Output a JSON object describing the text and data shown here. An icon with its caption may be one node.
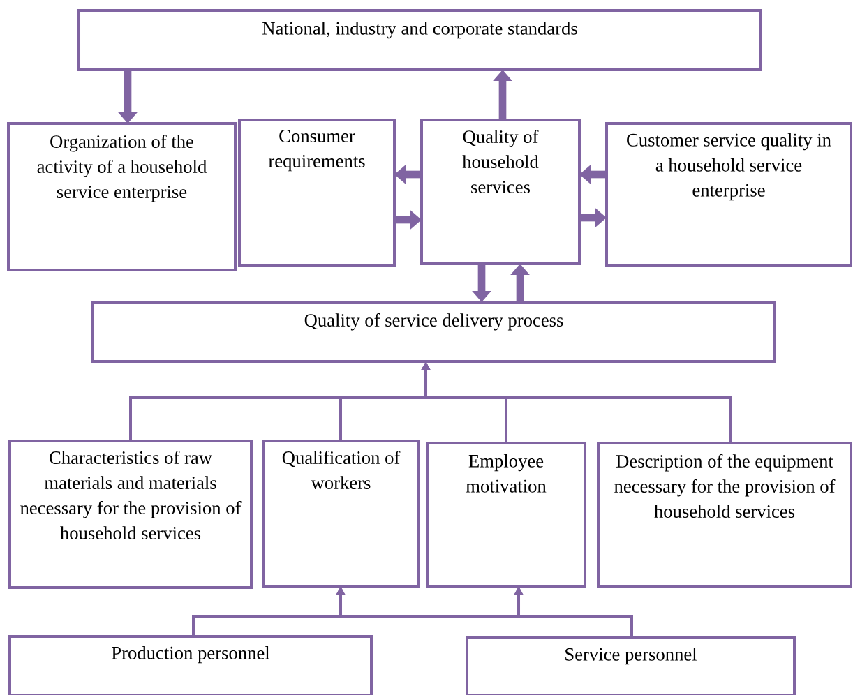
{
  "diagram": {
    "nodes": [
      {
        "text": [
          "National, industry and corporate standards"
        ]
      },
      {
        "text": [
          "Organization of the activity of a household service enterprise"
        ]
      },
      {
        "text": [
          "Consumer requirements"
        ]
      },
      {
        "text": [
          "Quality of household services"
        ]
      },
      {
        "text": [
          "Customer service quality in a household service enterprise"
        ]
      },
      {
        "text": [
          "Quality of service delivery process"
        ]
      },
      {
        "text": [
          "Characteristics of raw materials and materials necessary for the provision of household services"
        ]
      },
      {
        "text": [
          "Qualification of workers"
        ]
      },
      {
        "text": [
          "Employee motivation"
        ]
      },
      {
        "text": [
          "Description of the equipment necessary for the provision of household services"
        ]
      },
      {
        "text": [
          "Production personnel"
        ]
      },
      {
        "text": [
          "Service personnel"
        ]
      }
    ],
    "edges": [
      {
        "from": 0,
        "to": 1,
        "arrow": "to",
        "style": "thick"
      },
      {
        "from": 3,
        "to": 0,
        "arrow": "to",
        "style": "thick"
      },
      {
        "from": 3,
        "to": 2,
        "arrow": "to",
        "style": "thick"
      },
      {
        "from": 2,
        "to": 3,
        "arrow": "to",
        "style": "thick"
      },
      {
        "from": 4,
        "to": 3,
        "arrow": "to",
        "style": "thick"
      },
      {
        "from": 3,
        "to": 4,
        "arrow": "to",
        "style": "thick"
      },
      {
        "from": 3,
        "to": 5,
        "arrow": "to",
        "style": "thick"
      },
      {
        "from": 5,
        "to": 3,
        "arrow": "to",
        "style": "thick"
      },
      {
        "from": 6,
        "to": 5,
        "arrow": "to"
      },
      {
        "from": 7,
        "to": 5,
        "arrow": "to"
      },
      {
        "from": 8,
        "to": 5,
        "arrow": "to"
      },
      {
        "from": 9,
        "to": 5,
        "arrow": "to"
      },
      {
        "from": 10,
        "to": 7,
        "arrow": "to"
      },
      {
        "from": 10,
        "to": 8,
        "arrow": "to"
      },
      {
        "from": 11,
        "to": 7,
        "arrow": "to"
      },
      {
        "from": 11,
        "to": 8,
        "arrow": "to"
      }
    ]
  }
}
